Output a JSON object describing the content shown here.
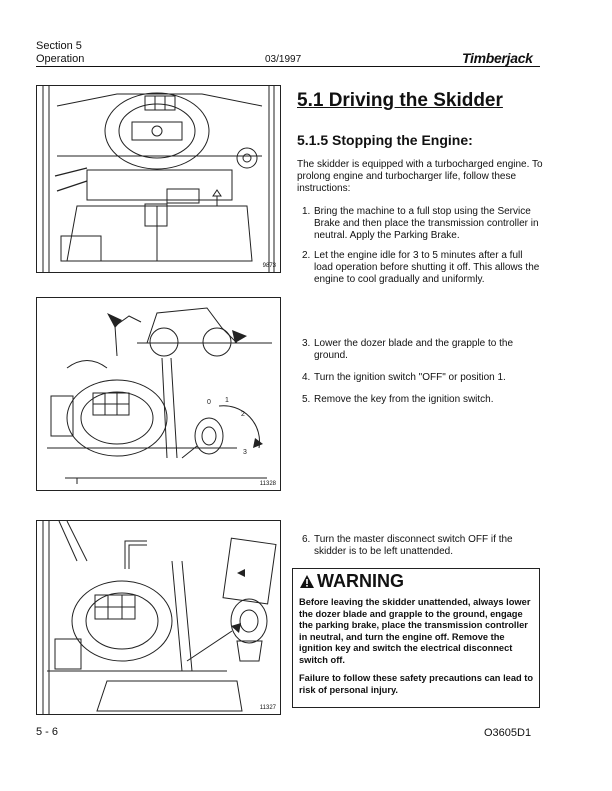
{
  "header": {
    "section": "Section 5",
    "subsection": "Operation",
    "date": "03/1997",
    "brand": "Timberjack"
  },
  "title": "5.1 Driving the Skidder",
  "subtitle": "5.1.5 Stopping the Engine:",
  "intro": "The skidder is equipped with a turbocharged engine. To prolong engine and turbocharger life, follow these instructions:",
  "steps_a": [
    {
      "num": "1.",
      "text": "Bring the machine to a full stop using the Service Brake and then place the transmission controller in neutral. Apply the Parking Brake."
    },
    {
      "num": "2.",
      "text": "Let the engine idle for 3 to 5 minutes after a full load operation before shutting it off. This allows the engine to cool gradually and uniformly."
    }
  ],
  "steps_b": [
    {
      "num": "3.",
      "text": "Lower the dozer blade and the grapple to the ground."
    },
    {
      "num": "4.",
      "text": "Turn the ignition switch \"OFF\" or position 1."
    },
    {
      "num": "5.",
      "text": "Remove the key from the ignition switch."
    }
  ],
  "steps_c": [
    {
      "num": "6.",
      "text": "Turn the master disconnect switch OFF if the skidder is to be left unattended."
    }
  ],
  "warning": {
    "title": "WARNING",
    "body": "Before leaving the skidder unattended, always lower the dozer blade and grapple to the ground, engage the parking brake, place the transmission controller in neutral, and turn the engine off. Remove the ignition key and switch the electrical disconnect switch off.",
    "footer": "Failure to follow these safety precautions can lead to risk of personal injury."
  },
  "figures": {
    "fig1_num": "9873",
    "fig2_num": "11328",
    "fig3_num": "11327",
    "ignition_positions": [
      "0",
      "1",
      "2",
      "3"
    ]
  },
  "footer": {
    "page": "5 - 6",
    "code": "O3605D1"
  }
}
